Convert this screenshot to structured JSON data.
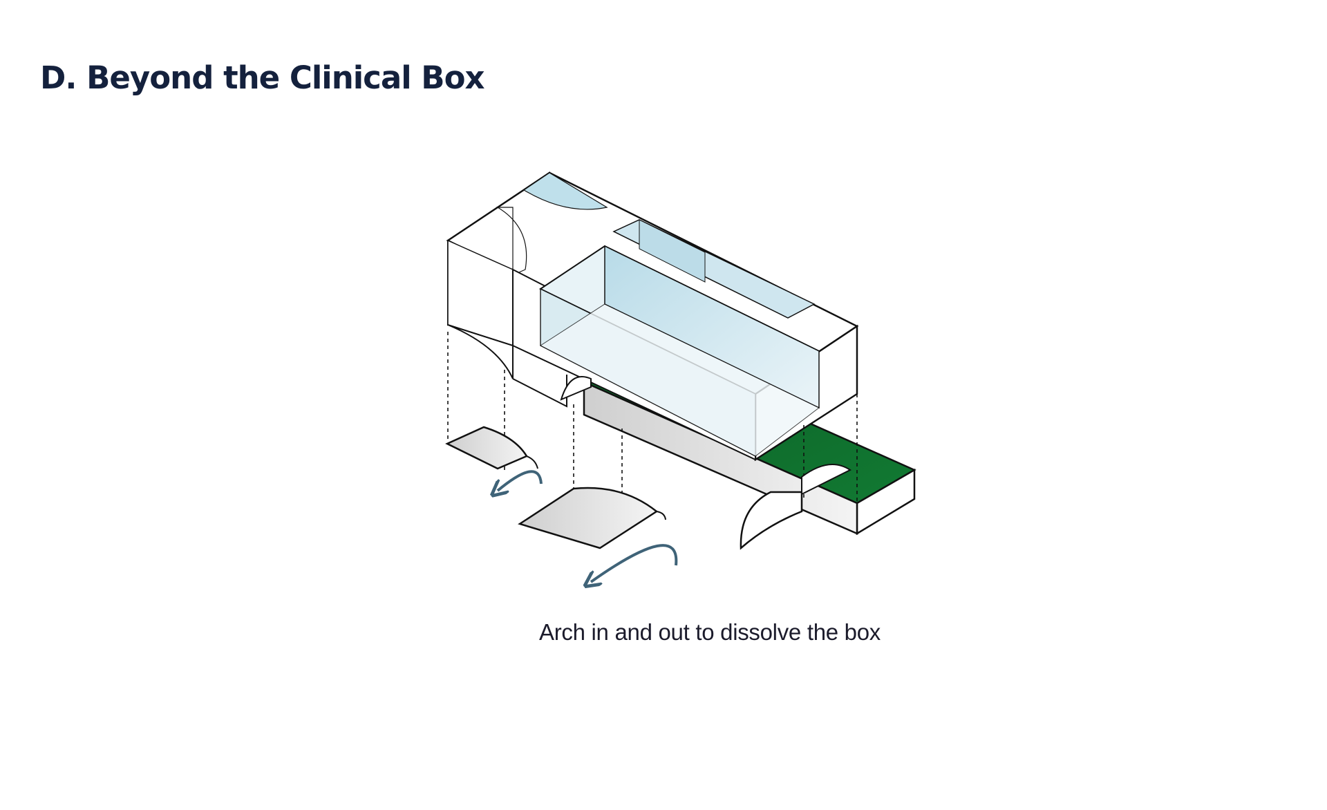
{
  "slide": {
    "title": "D. Beyond the Clinical Box",
    "caption": "Arch in and out to dissolve the box"
  },
  "diagram": {
    "elements": [
      "building-volume",
      "glass-inset",
      "green-ground-plane",
      "arch-cutout-pieces",
      "rotation-arrows"
    ],
    "colors": {
      "title": "#14213d",
      "caption": "#1b1b2b",
      "glass": "#bfe0eb",
      "green": "#0e6b2b",
      "arrow": "#3f6378",
      "outline": "#111111",
      "surface": "#ffffff",
      "shade": "#e6e6e6"
    }
  }
}
